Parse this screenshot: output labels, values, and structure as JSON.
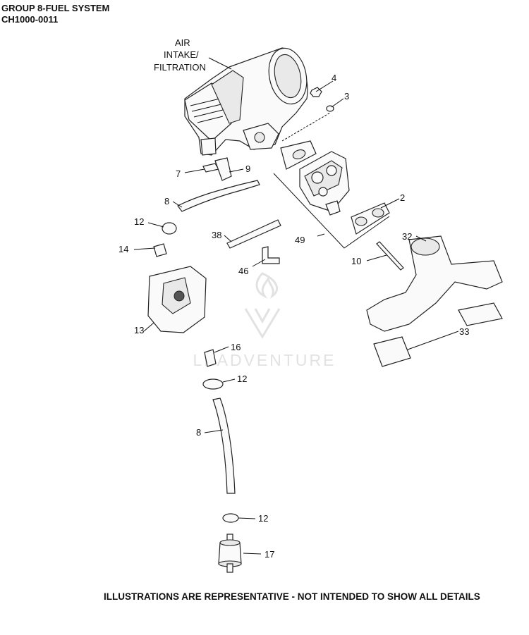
{
  "header": {
    "title": "GROUP 8-FUEL SYSTEM",
    "model": "CH1000-0011"
  },
  "watermark": {
    "text": "LEADVENTURE"
  },
  "callouts": {
    "air_intake_line1": "AIR",
    "air_intake_line2": "INTAKE/",
    "air_intake_line3": "FILTRATION",
    "c4": "4",
    "c3": "3",
    "c7": "7",
    "c9": "9",
    "c8_top": "8",
    "c2": "2",
    "c12_top": "12",
    "c38": "38",
    "c49": "49",
    "c32": "32",
    "c14": "14",
    "c46": "46",
    "c10": "10",
    "c13": "13",
    "c33": "33",
    "c16": "16",
    "c12_mid": "12",
    "c8_bottom": "8",
    "c12_bottom": "12",
    "c17": "17"
  },
  "footer": {
    "disclaimer": "ILLUSTRATIONS ARE REPRESENTATIVE - NOT INTENDED TO SHOW ALL DETAILS"
  }
}
